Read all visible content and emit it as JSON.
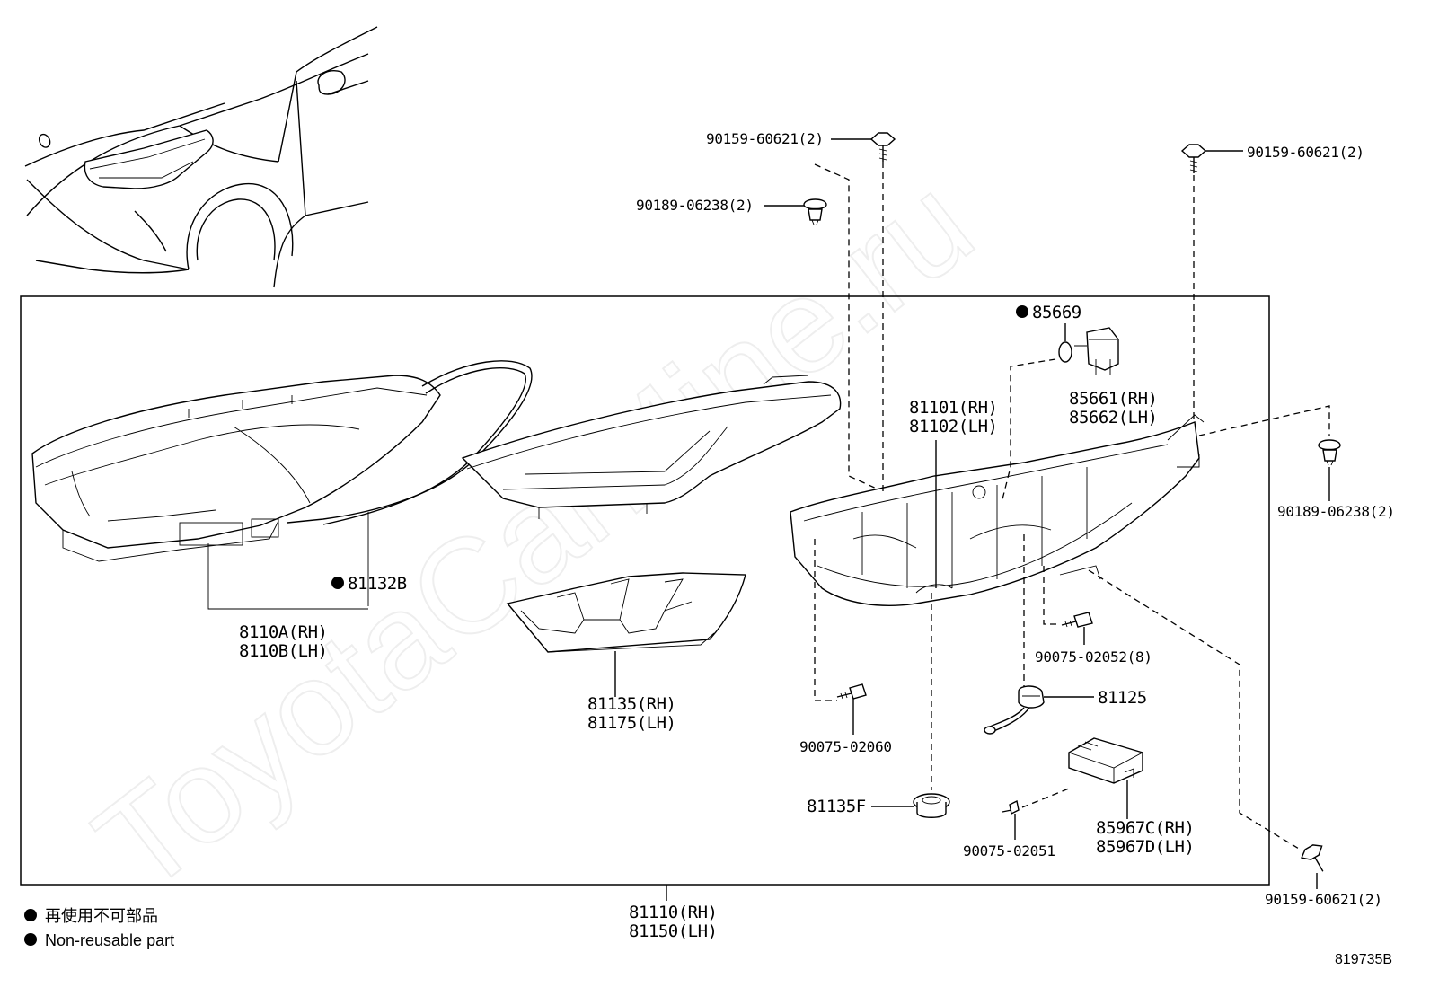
{
  "watermark": "ToyotaCarMine.ru",
  "labels": {
    "bolt_top_left": "90159-60621(2)",
    "clip_top_left": "90189-06238(2)",
    "bolt_top_right": "90159-60621(2)",
    "clip_right": "90189-06238(2)",
    "bolt_bottom_right": "90159-60621(2)",
    "part_85669": "85669",
    "part_85661": "85661(RH)",
    "part_85662": "85662(LH)",
    "part_81101": "81101(RH)",
    "part_81102": "81102(LH)",
    "part_81132b": "81132B",
    "part_8110a": "8110A(RH)",
    "part_8110b": "8110B(LH)",
    "part_81135": "81135(RH)",
    "part_81175": "81175(LH)",
    "screw_90075_02052": "90075-02052(8)",
    "part_81125": "81125",
    "screw_90075_02060": "90075-02060",
    "part_81135f": "81135F",
    "screw_90075_02051": "90075-02051",
    "part_85967c": "85967C(RH)",
    "part_85967d": "85967D(LH)",
    "assy_81110": "81110(RH)",
    "assy_81150": "81150(LH)"
  },
  "legend": {
    "jp": "再使用不可部品",
    "en": "Non-reusable part"
  },
  "figure_code": "819735B",
  "colors": {
    "line": "#000000",
    "background": "#ffffff",
    "watermark": "#eeeeee"
  }
}
